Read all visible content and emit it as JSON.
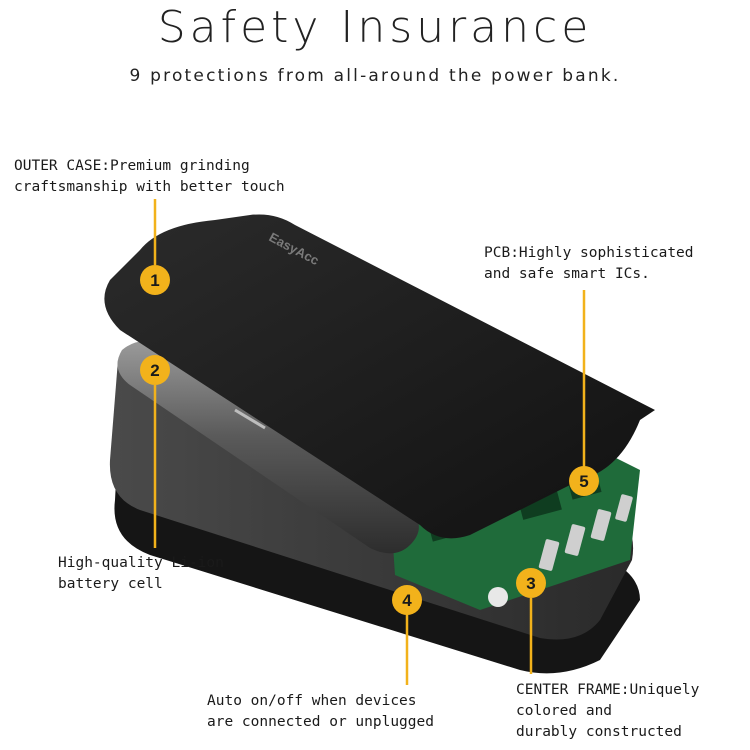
{
  "header": {
    "title": "Safety Insurance",
    "subtitle": "9 protections from all-around the power bank."
  },
  "brand": {
    "logo_text": "EasyAcc"
  },
  "callouts": [
    {
      "number": "1",
      "text": "OUTER CASE:Premium grinding\ncraftsmanship with better touch"
    },
    {
      "number": "2",
      "text": "High-quality Li-ion\nbattery cell"
    },
    {
      "number": "3",
      "text": "CENTER FRAME:Uniquely\ncolored and\ndurably constructed"
    },
    {
      "number": "4",
      "text": "Auto on/off when devices\nare connected or unplugged"
    },
    {
      "number": "5",
      "text": "PCB:Highly sophisticated\nand safe smart ICs."
    }
  ],
  "colors": {
    "badge": "#f2b21b",
    "leader_line": "#f2b21b",
    "case": "#1c1c1c",
    "frame": "#3a3a3a",
    "pcb": "#1f6b3a"
  }
}
